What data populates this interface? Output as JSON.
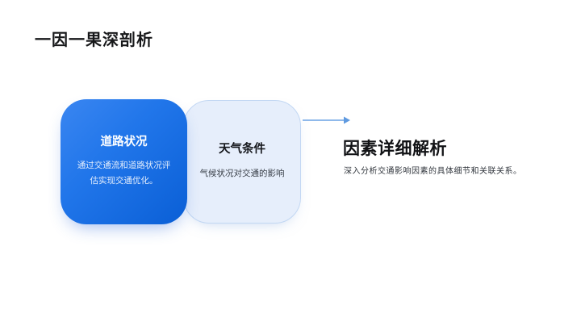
{
  "slide": {
    "title": "一因一果深剖析",
    "cards": [
      {
        "title": "道路状况",
        "body": "通过交通流和道路状况评估实现交通优化。"
      },
      {
        "title": "天气条件",
        "body": "气候状况对交通的影响"
      }
    ],
    "detail": {
      "heading": "因素详细解析",
      "body": "深入分析交通影响因素的具体细节和关联关系。"
    },
    "colors": {
      "background": "#ffffff",
      "title_text": "#17181a",
      "card_road_gradient_start": "#3a86f1",
      "card_road_gradient_end": "#0a5fd6",
      "card_road_text": "#ffffff",
      "card_weather_bg": "#e6eefb",
      "card_weather_border": "#c2d7f3",
      "card_weather_title_text": "#15171c",
      "card_weather_body_text": "#3a4049",
      "arrow": "#7fafe8",
      "detail_heading_text": "#111215",
      "detail_body_text": "#30353c"
    }
  }
}
